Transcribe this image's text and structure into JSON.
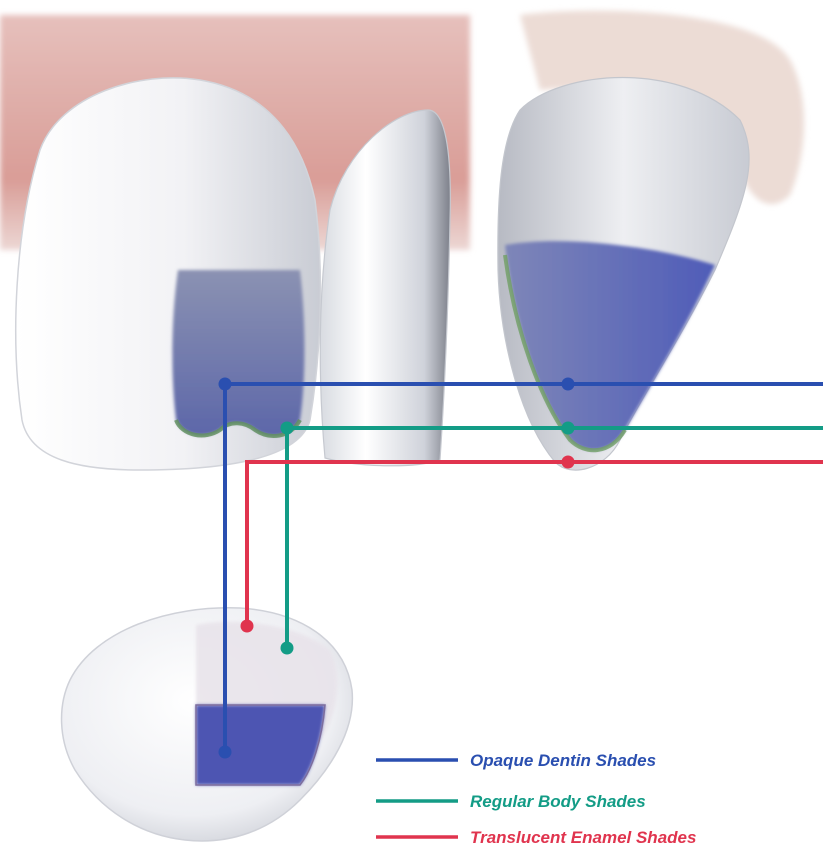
{
  "colors": {
    "opaque_dentin": "#2a4fb0",
    "regular_body": "#139c86",
    "translucent_enamel": "#e0344e",
    "gum": "#e9c2bf",
    "tooth": "#f4f4f6",
    "dentin_fill": "#5562b0"
  },
  "legend": [
    {
      "key": "opaque_dentin",
      "label": "Opaque Dentin Shades"
    },
    {
      "key": "regular_body",
      "label": "Regular Body Shades"
    },
    {
      "key": "translucent_enamel",
      "label": "Translucent Enamel Shades"
    }
  ]
}
